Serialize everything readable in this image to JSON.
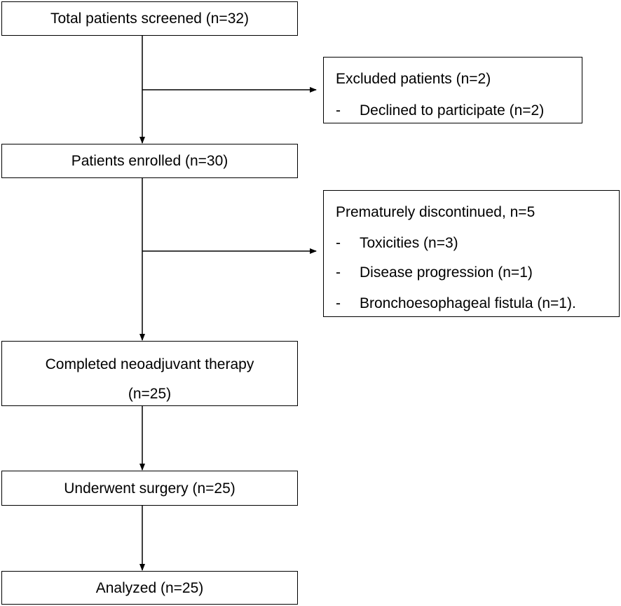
{
  "flow": {
    "screened": "Total patients screened (n=32)",
    "excluded": {
      "title": "Excluded patients (n=2)",
      "items": [
        "Declined to participate (n=2)"
      ]
    },
    "enrolled": "Patients enrolled (n=30)",
    "discontinued": {
      "title": "Prematurely discontinued, n=5",
      "items": [
        "Toxicities (n=3)",
        "Disease progression (n=1)",
        "Bronchoesophageal fistula (n=1)."
      ]
    },
    "completed": {
      "line1": "Completed neoadjuvant therapy",
      "line2": "(n=25)"
    },
    "surgery": "Underwent surgery (n=25)",
    "analyzed": "Analyzed (n=25)"
  },
  "bullet_marker": "-"
}
